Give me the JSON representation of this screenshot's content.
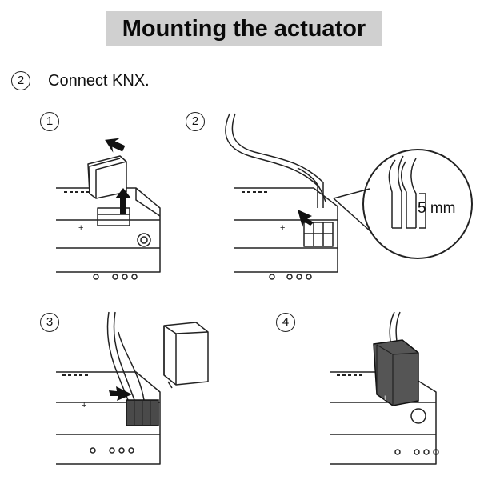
{
  "header": {
    "title": "Mounting the actuator"
  },
  "step": {
    "number": "2",
    "text": "Connect KNX."
  },
  "figures": [
    {
      "number": "1"
    },
    {
      "number": "2",
      "dimension": "5 mm"
    },
    {
      "number": "3"
    },
    {
      "number": "4"
    }
  ],
  "colors": {
    "title_bg": "#d0d0d0",
    "dark_cap": "#555555",
    "line": "#222222"
  }
}
